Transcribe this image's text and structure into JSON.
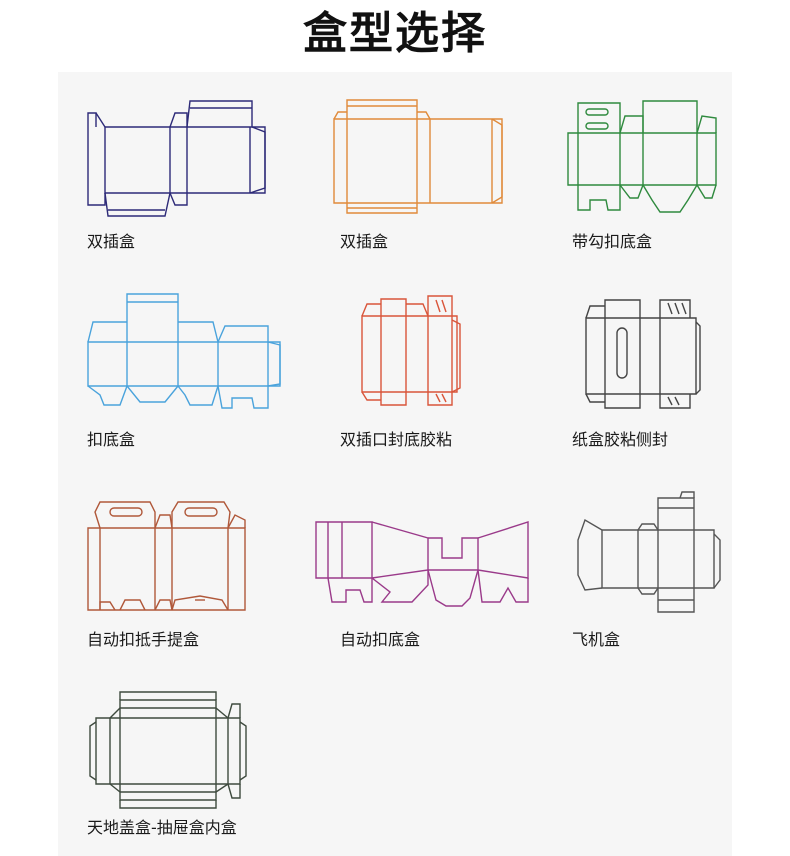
{
  "page": {
    "title": "盒型选择"
  },
  "colors": {
    "navy": "#2d2a78",
    "orange": "#e08a3a",
    "green": "#2f8a3e",
    "blue": "#4aa3dc",
    "red": "#d9553a",
    "black": "#444444",
    "brown": "#b0583a",
    "purple": "#9a3a8a",
    "darkgray": "#555555",
    "olive": "#3e4a3e"
  },
  "boxes": [
    {
      "label": "双插盒",
      "color": "#2d2a78"
    },
    {
      "label": "双插盒",
      "color": "#e08a3a"
    },
    {
      "label": "带勾扣底盒",
      "color": "#2f8a3e"
    },
    {
      "label": "扣底盒",
      "color": "#4aa3dc"
    },
    {
      "label": "双插口封底胶粘",
      "color": "#d9553a"
    },
    {
      "label": "纸盒胶粘侧封",
      "color": "#444444"
    },
    {
      "label": "自动扣抵手提盒",
      "color": "#b0583a"
    },
    {
      "label": "自动扣底盒",
      "color": "#9a3a8a"
    },
    {
      "label": "飞机盒",
      "color": "#555555"
    },
    {
      "label": "天地盖盒-抽屉盒内盒",
      "color": "#3e4a3e"
    }
  ]
}
